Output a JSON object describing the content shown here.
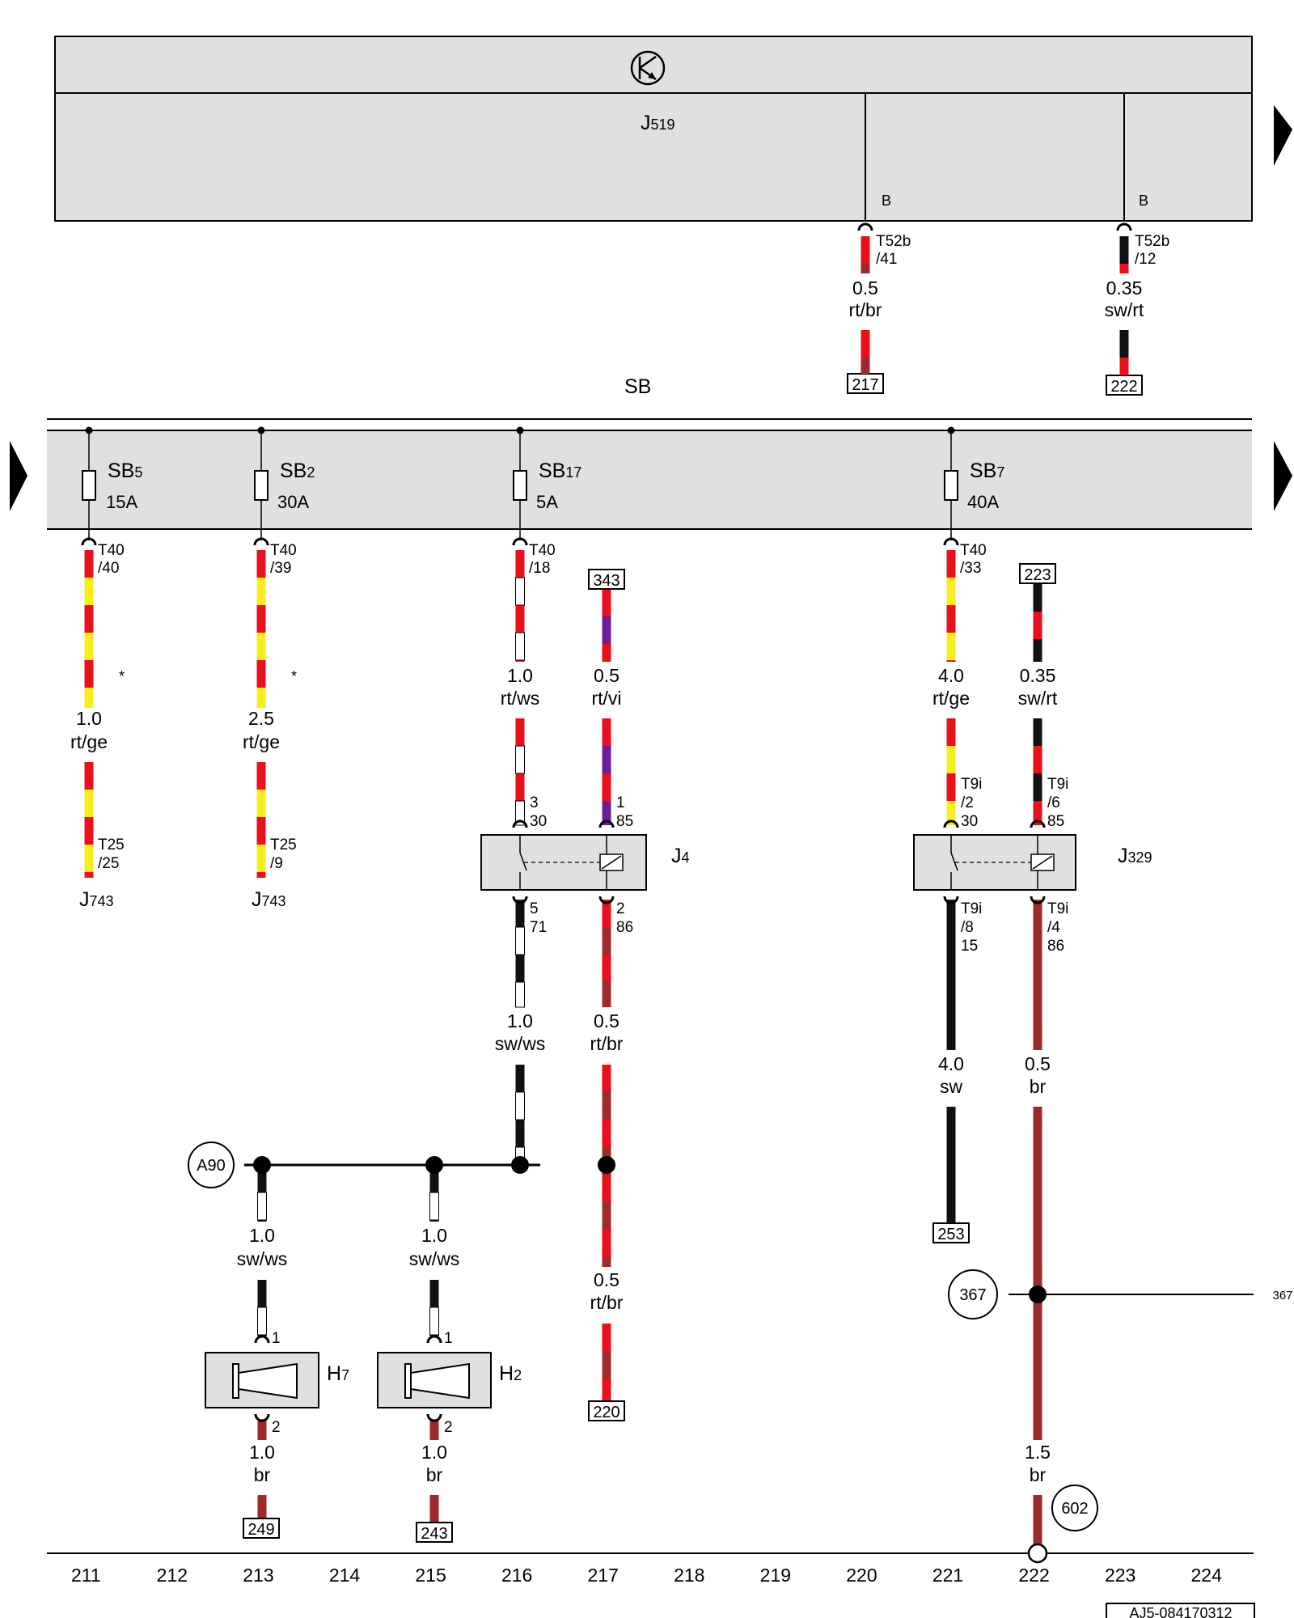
{
  "title": "Current flow diagram",
  "document_id": "AJ5-084170312",
  "control_unit": {
    "name": "J",
    "sub": "519",
    "terminal_a": "B",
    "terminal_b": "B"
  },
  "fuse_holder": "SB",
  "colors": {
    "rt": "#e8111b",
    "ge": "#f7ee1d",
    "ws": "#ffffff",
    "sw": "#111111",
    "br": "#9e2a2b",
    "vi": "#6d1d99",
    "panel": "#e0e0e0"
  },
  "fuses": [
    {
      "id": "SB5",
      "name": "SB",
      "sub": "5",
      "rating": "15A",
      "conn": "T40",
      "pin": "/40"
    },
    {
      "id": "SB2",
      "name": "SB",
      "sub": "2",
      "rating": "30A",
      "conn": "T40",
      "pin": "/39"
    },
    {
      "id": "SB17",
      "name": "SB",
      "sub": "17",
      "rating": "5A",
      "conn": "T40",
      "pin": "/18"
    },
    {
      "id": "SB7",
      "name": "SB",
      "sub": "7",
      "rating": "40A",
      "conn": "T40",
      "pin": "/33"
    }
  ],
  "top_connectors": [
    {
      "conn": "T52b",
      "pin": "/41",
      "size": "0.5",
      "color": "rt/br",
      "ref": "217"
    },
    {
      "conn": "T52b",
      "pin": "/12",
      "size": "0.35",
      "color": "sw/rt",
      "ref": "222"
    }
  ],
  "wires": {
    "sb5": {
      "size": "1.0",
      "color": "rt/ge",
      "note": "*",
      "end_conn": "T25",
      "end_pin": "/25",
      "dest": "J",
      "dest_sub": "743"
    },
    "sb2": {
      "size": "2.5",
      "color": "rt/ge",
      "note": "*",
      "end_conn": "T25",
      "end_pin": "/9",
      "dest": "J",
      "dest_sub": "743"
    },
    "sb17": {
      "size": "1.0",
      "color": "rt/ws"
    },
    "ref343": {
      "size": "0.5",
      "color": "rt/vi",
      "ref": "343"
    },
    "sb7": {
      "size": "4.0",
      "color": "rt/ge"
    },
    "ref223": {
      "size": "0.35",
      "color": "sw/rt",
      "ref": "223"
    },
    "j4_out": {
      "size": "1.0",
      "color": "sw/ws"
    },
    "j4_86": {
      "size": "0.5",
      "color": "rt/br"
    },
    "j4_86_low": {
      "size": "0.5",
      "color": "rt/br",
      "ref": "220"
    },
    "j329_15": {
      "size": "4.0",
      "color": "sw",
      "ref": "253"
    },
    "j329_86": {
      "size": "0.5",
      "color": "br"
    },
    "h7_in": {
      "size": "1.0",
      "color": "sw/ws"
    },
    "h2_in": {
      "size": "1.0",
      "color": "sw/ws"
    },
    "h7_out": {
      "size": "1.0",
      "color": "br",
      "ref": "249"
    },
    "h2_out": {
      "size": "1.0",
      "color": "br",
      "ref": "243"
    },
    "ground": {
      "size": "1.5",
      "color": "br"
    }
  },
  "relays": [
    {
      "name": "J",
      "sub": "4",
      "pins_top": [
        "3",
        "30",
        "1",
        "85"
      ],
      "pins_bottom": [
        "5",
        "71",
        "2",
        "86"
      ]
    },
    {
      "name": "J",
      "sub": "329",
      "conn": "T9i",
      "pins_top": [
        "/2",
        "30",
        "/6",
        "85"
      ],
      "pins_bottom": [
        "/8",
        "15",
        "/4",
        "86"
      ]
    }
  ],
  "horns": [
    {
      "name": "H",
      "sub": "7",
      "pin_in": "1",
      "pin_out": "2"
    },
    {
      "name": "H",
      "sub": "2",
      "pin_in": "1",
      "pin_out": "2"
    }
  ],
  "nodes": {
    "a90": "A90",
    "n367": "367",
    "n367_ref": "367",
    "n602": "602"
  },
  "columns": [
    "211",
    "212",
    "213",
    "214",
    "215",
    "216",
    "217",
    "218",
    "219",
    "220",
    "221",
    "222",
    "223",
    "224"
  ]
}
